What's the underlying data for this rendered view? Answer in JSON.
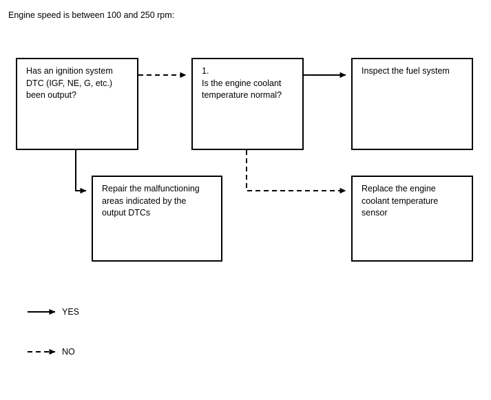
{
  "caption": "Engine speed is between 100 and 250 rpm:",
  "nodes": [
    {
      "id": "ignition-dtc",
      "text": "Has an ignition system\nDTC (IGF, NE, G, etc.)\nbeen output?"
    },
    {
      "id": "coolant-temp",
      "text": "1.\nIs the engine coolant\ntemperature normal?"
    },
    {
      "id": "inspect-fuel",
      "text": "Inspect the fuel system"
    },
    {
      "id": "repair-dtc",
      "text": "Repair the malfunctioning\nareas indicated by the\noutput DTCs"
    },
    {
      "id": "replace-ects",
      "text": "Replace the engine\ncoolant temperature\nsensor"
    }
  ],
  "edges": [
    {
      "id": "ignition-to-coolant",
      "from": "ignition-dtc",
      "to": "coolant-temp",
      "style": "dashed",
      "answer": "NO"
    },
    {
      "id": "coolant-to-inspect",
      "from": "coolant-temp",
      "to": "inspect-fuel",
      "style": "solid",
      "answer": "YES"
    },
    {
      "id": "ignition-to-repair",
      "from": "ignition-dtc",
      "to": "repair-dtc",
      "style": "solid",
      "answer": "YES"
    },
    {
      "id": "coolant-to-replace",
      "from": "coolant-temp",
      "to": "replace-ects",
      "style": "dashed",
      "answer": "NO"
    }
  ],
  "legend": {
    "yes_label": "YES",
    "no_label": "NO"
  },
  "colors": {
    "line": "#000000",
    "box_border": "#000000",
    "background": "#ffffff",
    "text": "#000000"
  }
}
